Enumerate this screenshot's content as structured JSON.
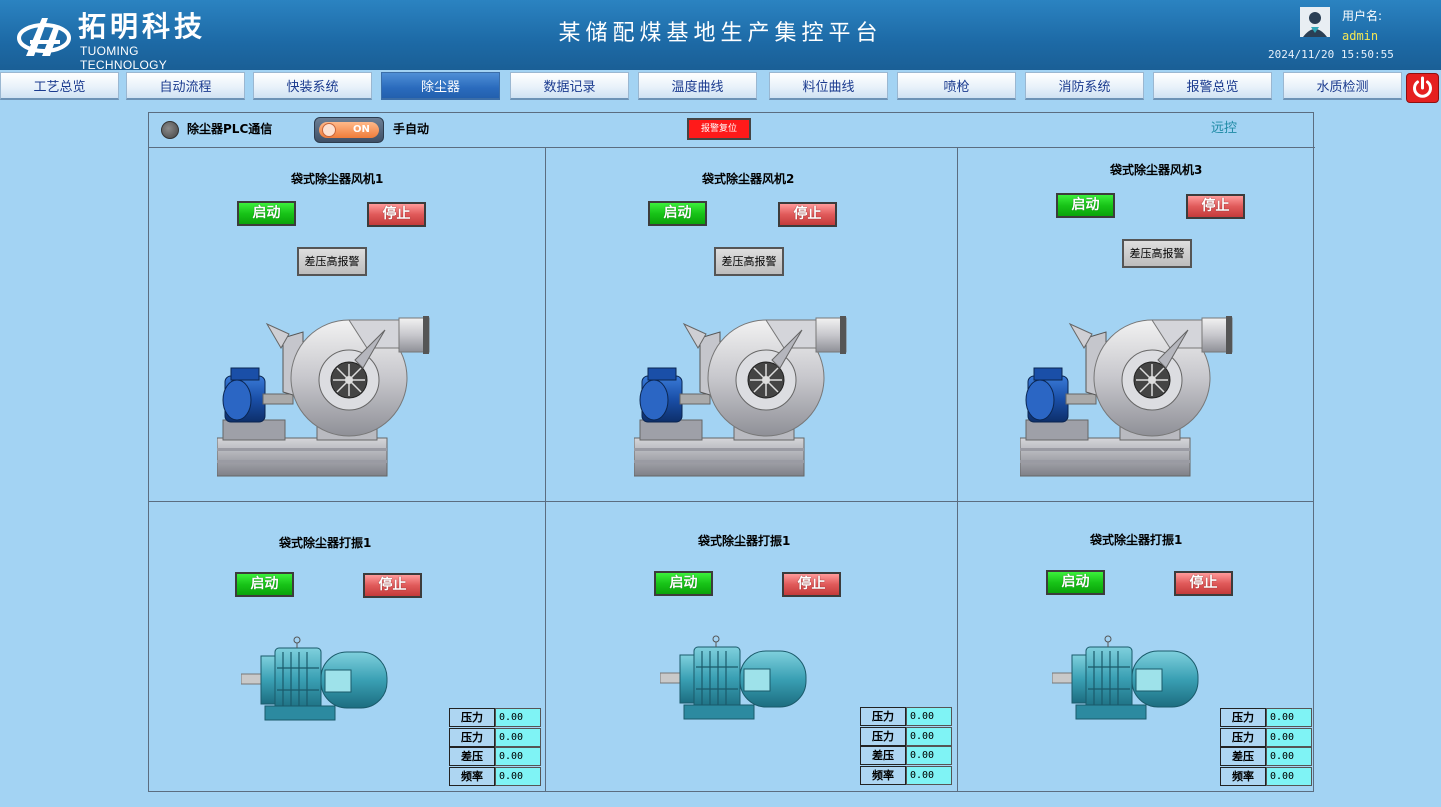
{
  "header": {
    "logo_cn": "拓明科技",
    "logo_en": "TUOMING TECHNOLOGY",
    "title": "某储配煤基地生产集控平台",
    "user_label": "用户名:",
    "user_name": "admin",
    "datetime": "2024/11/20 15:50:55"
  },
  "nav": {
    "tabs": [
      {
        "label": "工艺总览"
      },
      {
        "label": "自动流程"
      },
      {
        "label": "快装系统"
      },
      {
        "label": "除尘器"
      },
      {
        "label": "数据记录"
      },
      {
        "label": "温度曲线"
      },
      {
        "label": "料位曲线"
      },
      {
        "label": "喷枪"
      },
      {
        "label": "消防系统"
      },
      {
        "label": "报警总览"
      },
      {
        "label": "水质检测"
      }
    ],
    "active_index": 3
  },
  "topbar": {
    "plc_label": "除尘器PLC通信",
    "toggle_text": "ON",
    "mode_label": "手自动",
    "reset_label": "报警复位",
    "remote_label": "远控"
  },
  "fans": [
    {
      "title": "袋式除尘器风机1",
      "start": "启动",
      "stop": "停止",
      "alarm": "差压高报警"
    },
    {
      "title": "袋式除尘器风机2",
      "start": "启动",
      "stop": "停止",
      "alarm": "差压高报警"
    },
    {
      "title": "袋式除尘器风机3",
      "start": "启动",
      "stop": "停止",
      "alarm": "差压高报警"
    }
  ],
  "shakers": [
    {
      "title": "袋式除尘器打振1",
      "start": "启动",
      "stop": "停止",
      "readouts": [
        {
          "label": "压力",
          "value": "0.00"
        },
        {
          "label": "压力",
          "value": "0.00"
        },
        {
          "label": "差压",
          "value": "0.00"
        },
        {
          "label": "频率",
          "value": "0.00"
        }
      ]
    },
    {
      "title": "袋式除尘器打振1",
      "start": "启动",
      "stop": "停止",
      "readouts": [
        {
          "label": "压力",
          "value": "0.00"
        },
        {
          "label": "压力",
          "value": "0.00"
        },
        {
          "label": "差压",
          "value": "0.00"
        },
        {
          "label": "频率",
          "value": "0.00"
        }
      ]
    },
    {
      "title": "袋式除尘器打振1",
      "start": "启动",
      "stop": "停止",
      "readouts": [
        {
          "label": "压力",
          "value": "0.00"
        },
        {
          "label": "压力",
          "value": "0.00"
        },
        {
          "label": "差压",
          "value": "0.00"
        },
        {
          "label": "频率",
          "value": "0.00"
        }
      ]
    }
  ],
  "colors": {
    "background": "#a3d3f3",
    "header": "#1d6aa6",
    "active_tab": "#2a6bbd",
    "start_green": "#18c418",
    "stop_red": "#e05a5a",
    "reset_red": "#ff1a1a",
    "readout_cyan": "#7ff3f5"
  },
  "icons": {
    "logo": "tuoming-logo-icon",
    "user": "user-avatar-icon",
    "power": "power-icon",
    "fan": "centrifugal-fan-icon",
    "motor": "electric-motor-icon"
  }
}
